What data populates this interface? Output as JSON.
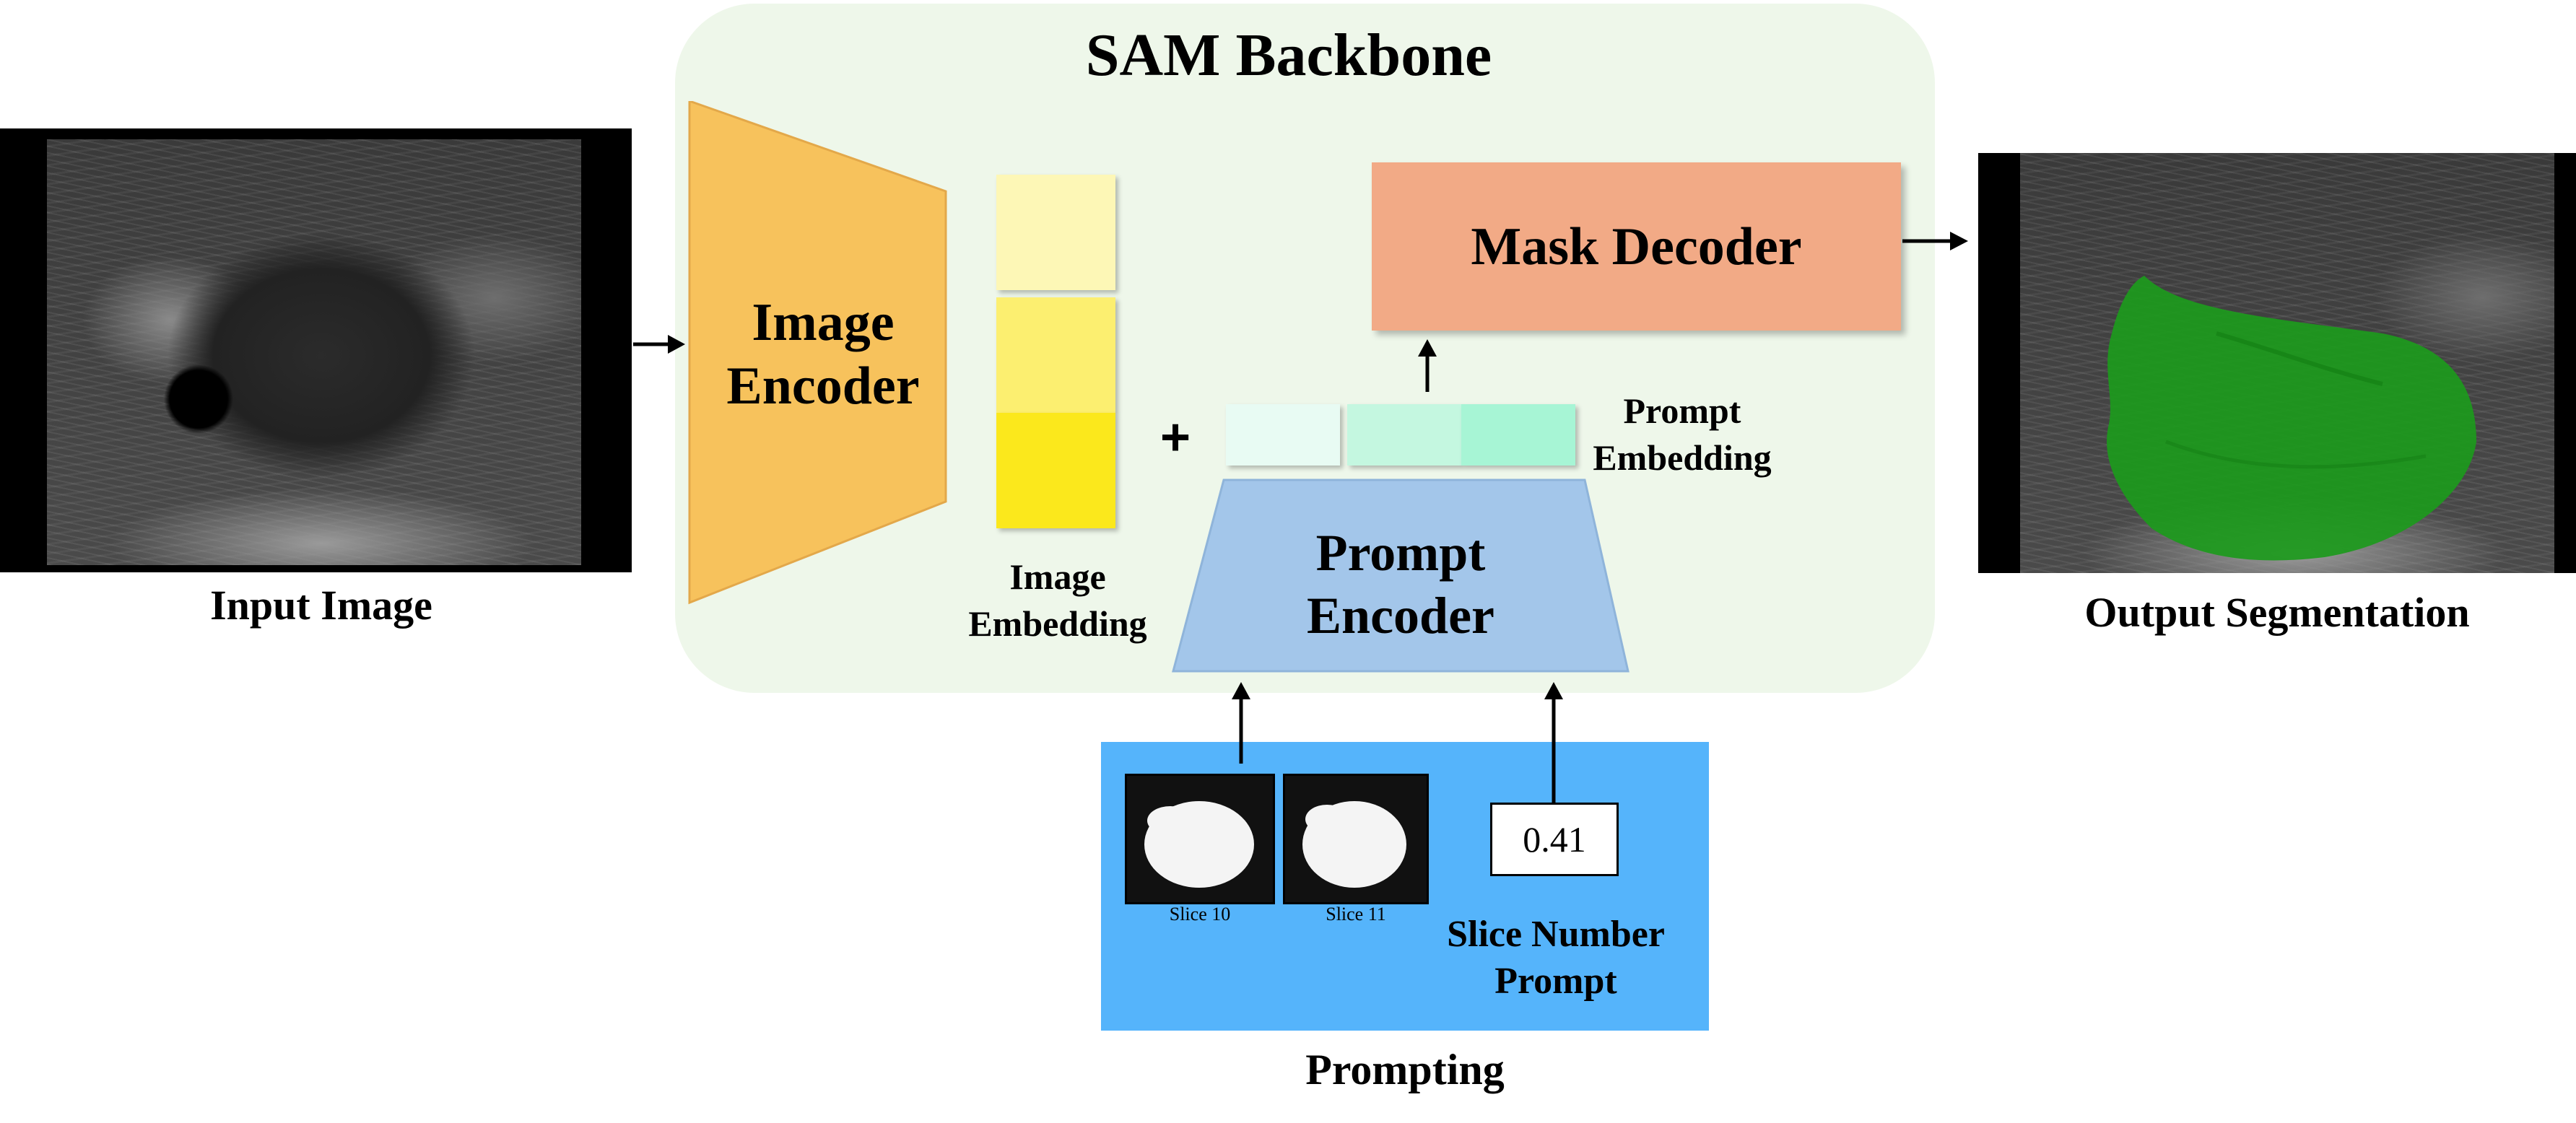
{
  "backbone": {
    "title": "SAM Backbone",
    "bg_color": "#eef7ea"
  },
  "input_image": {
    "label": "Input Image"
  },
  "image_encoder": {
    "line1": "Image",
    "line2": "Encoder",
    "color": "#f7c25c"
  },
  "image_embedding": {
    "line1": "Image",
    "line2": "Embedding",
    "block_colors": [
      "#fdf7b6",
      "#fcef70",
      "#fbe81c"
    ]
  },
  "plus": {
    "symbol": "+"
  },
  "prompt_embedding": {
    "line1": "Prompt",
    "line2": "Embedding",
    "block_colors": [
      "#e8fbf3",
      "#c4f7e0",
      "#a7f5d5"
    ]
  },
  "prompt_encoder": {
    "line1": "Prompt",
    "line2": "Encoder",
    "color": "#a3c6ea"
  },
  "mask_decoder": {
    "label": "Mask Decoder",
    "color": "#f2aa86"
  },
  "output": {
    "label": "Output Segmentation",
    "mask_color": "#1c9a1c"
  },
  "prompting": {
    "label": "Prompting",
    "bg_color": "#55b4fb",
    "slice_a": "Slice 10",
    "slice_b": "Slice 11",
    "slice_number_value": "0.41",
    "slice_prompt_line1": "Slice Number",
    "slice_prompt_line2": "Prompt"
  }
}
